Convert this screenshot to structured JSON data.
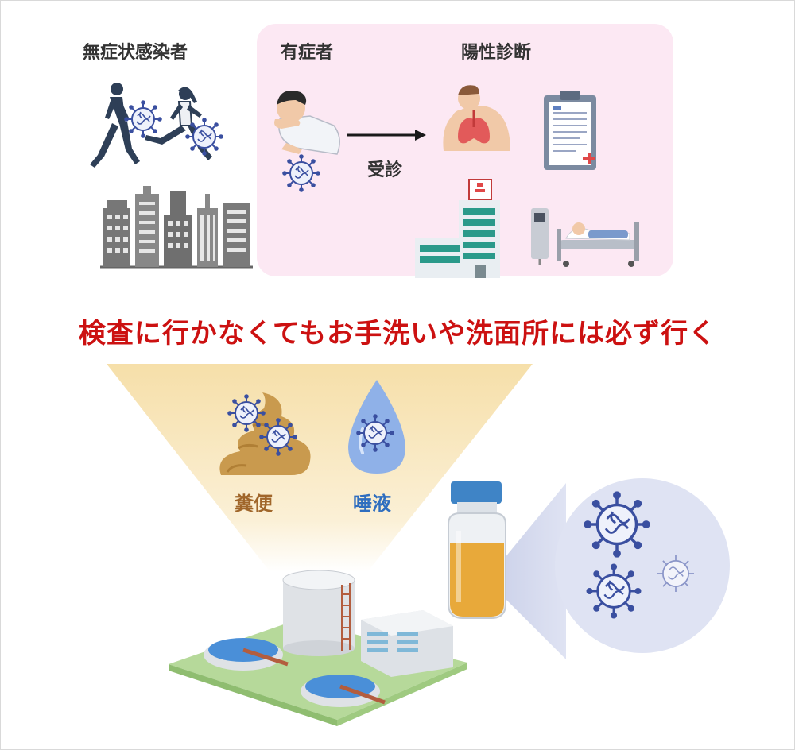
{
  "labels": {
    "asymptomatic": "無症状感染者",
    "symptomatic": "有症者",
    "positive_diagnosis": "陽性診断",
    "consultation": "受診",
    "stool": "糞便",
    "saliva": "唾液"
  },
  "headline": "検査に行かなくてもお手洗いや洗面所には必ず行く",
  "colors": {
    "headline": "#cc1111",
    "symptom_panel": "#fce8f3",
    "virus": "#3a4fa0",
    "funnel": "#f7e3b3",
    "stool": "#c99a4e",
    "stool_label": "#a0662a",
    "saliva": "#8fb1e8",
    "saliva_label": "#2f6ebf",
    "sample_liquid": "#e8a93a",
    "bottle_cap": "#3f84c6",
    "zoom_circle": "#dfe3f3",
    "plant_base": "#b6d99a",
    "tank_water": "#4a8fd8"
  }
}
